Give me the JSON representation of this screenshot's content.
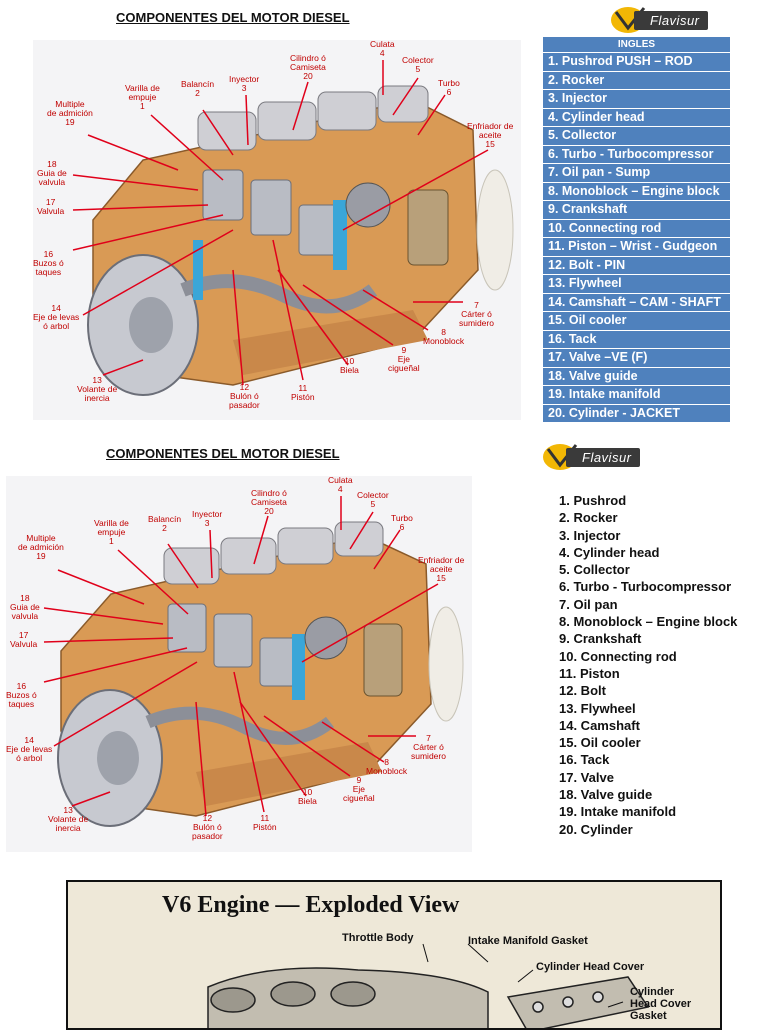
{
  "section1": {
    "title": "COMPONENTES DEL MOTOR DIESEL",
    "logo_text": "Flavisur",
    "table_header": "INGLES",
    "items": [
      "1. Pushrod PUSH – ROD",
      "2. Rocker",
      "3. Injector",
      "4. Cylinder head",
      "5. Collector",
      "6. Turbo - Turbocompressor",
      "7. Oil pan - Sump",
      "8. Monoblock – Engine block",
      "9. Crankshaft",
      "10. Connecting rod",
      "11. Piston – Wrist - Gudgeon",
      "12. Bolt - PIN",
      "13. Flywheel",
      "14. Camshaft – CAM - SHAFT",
      "15. Oil cooler",
      "16. Tack",
      "17. Valve –VE (F)",
      "18. Valve guide",
      "19. Intake manifold",
      "20. Cylinder - JACKET"
    ]
  },
  "section2": {
    "title": "COMPONENTES DEL MOTOR DIESEL",
    "logo_text": "Flavisur",
    "items": [
      "1. Pushrod",
      "2. Rocker",
      "3. Injector",
      "4. Cylinder head",
      "5. Collector",
      "6. Turbo - Turbocompressor",
      "7. Oil pan",
      "8. Monoblock – Engine block",
      "9. Crankshaft",
      "10. Connecting rod",
      "11. Piston",
      "12. Bolt",
      "13. Flywheel",
      "14. Camshaft",
      "15. Oil cooler",
      "16. Tack",
      "17. Valve",
      "18. Valve guide",
      "19. Intake manifold",
      "20. Cylinder"
    ]
  },
  "diagram_labels": {
    "l1": "Varilla de\nempuje\n1",
    "l2": "Balancín\n2",
    "l3": "Inyector\n3",
    "l20": "Cilindro ó\nCamiseta\n20",
    "l4": "Culata\n4",
    "l5": "Colector\n5",
    "l6": "Turbo\n6",
    "l15": "Enfriador de\naceite\n15",
    "l19": "Multiple\nde admición\n19",
    "l18": "18\nGuia de\nvalvula",
    "l17": "17\nValvula",
    "l16": "16\nBuzos ó\ntaques",
    "l14": "14\nEje de levas\nó arbol",
    "l13": "13\nVolante de\ninercia",
    "l12": "12\nBulón ó\npasador",
    "l11": "11\nPistón",
    "l10": "10\nBiela",
    "l9": "9\nEje\ncigueñal",
    "l8": "8\nMonoblock",
    "l7": "7\nCárter ó\nsumidero"
  },
  "v6": {
    "title": "V6 Engine — Exploded View",
    "parts": {
      "throttle": "Throttle Body",
      "gasket": "Intake Manifold Gasket",
      "head_cover": "Cylinder Head Cover",
      "head_cover_gasket": "Cylinder\nHead Cover\nGasket"
    }
  },
  "colors": {
    "table_blue": "#4f81bd",
    "label_red": "#c00000",
    "engine_orange": "#d99a55"
  }
}
